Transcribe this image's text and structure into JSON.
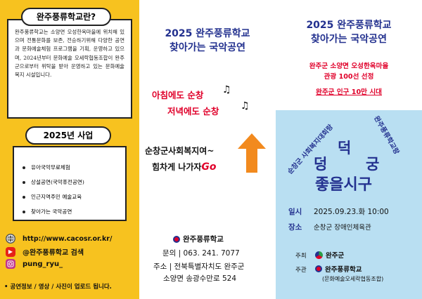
{
  "left": {
    "about_title": "완주풍류학교란?",
    "about_text": "완주풍류학교는 소양면 오성한옥마을에 위치해 있으며 전통문화를 보존, 전승하기위해 다양한 공연과 문화예술체험 프로그램을 기획, 운영하고 있으며, 2024년부터 문화예술 오세락협동조합이 완주군으로부터 위탁을 받아 운영하고 있는 문화예술 복지 시설입니다.",
    "biz_title": "2025년 사업",
    "biz_items": [
      "유아국악무료체험",
      "상설공연(국악퓨전공연)",
      "인근지역주민 예술교육",
      "찾아가는 국악공연"
    ],
    "website": "http://www.cacosr.or.kr/",
    "youtube": "@완주풍류학교 검색",
    "instagram": "pung_ryu_",
    "notice": "• 공연정보 / 영상 / 사진이 업로드 됩니다."
  },
  "middle": {
    "title_line1": "2025 완주풍류학교",
    "title_line2": "찾아가는 국악공연",
    "slogan1": "아침에도 순창",
    "slogan2": "저녁에도 순창",
    "slogan3": "순창군사회복지여~",
    "slogan4": "힘차게 나가자",
    "go": "Go",
    "org_name": "완주풍류학교",
    "phone": "문의 | 063. 241. 7077",
    "addr1": "주소 | 전북특별자치도 완주군",
    "addr2": "소양면 송광수만로 524"
  },
  "right": {
    "title_line1": "2025 완주풍류학교",
    "title_line2": "찾아가는 국악공연",
    "sub1": "완주군 소양면 오성한옥마을",
    "sub2": "관광 100선 선정",
    "sub3": "완주군 인구 10만 시대",
    "arc_left": "순창군 사회복지대회랑",
    "arc_right": "완주풍류학교랑",
    "big1": "덕",
    "big2": "덩",
    "big3": "궁",
    "big4": "좋을시구",
    "date_label": "일시",
    "date_value": "2025.09.23.화  10:00",
    "place_label": "장소",
    "place_value": "순창군 장애인체육관",
    "host_label": "주최",
    "host_value": "완주군",
    "org_label": "주관",
    "org_value": "완주풍류학교",
    "org_sub": "(문화예술오세락협동조합)"
  },
  "colors": {
    "yellow": "#f7c21f",
    "navy": "#23318f",
    "red": "#e0002a",
    "sky": "#b9dff2",
    "orange": "#f28a1e"
  }
}
